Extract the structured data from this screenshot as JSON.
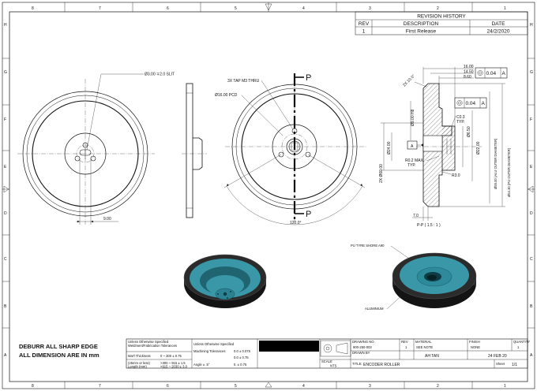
{
  "border": {
    "columns": [
      "8",
      "7",
      "6",
      "5",
      "4",
      "3",
      "2",
      "1"
    ],
    "rows": [
      "H",
      "G",
      "F",
      "E",
      "D",
      "C",
      "B",
      "A"
    ]
  },
  "revision": {
    "title": "REVISION HISTORY",
    "headers": [
      "REV",
      "DESCRIPTION",
      "DATE"
    ],
    "rows": [
      {
        "rev": "1",
        "description": "First Release",
        "date": "24/2/2020"
      }
    ]
  },
  "view_front": {
    "slot_note": "Ø3.00 ∓2.0 SLIT",
    "width_dim": "9.00"
  },
  "view_section_front": {
    "tap_note": "3X TAP M3 THRU",
    "pcd_note": "Ø16.00 PCD",
    "angle_dim": "120.0°",
    "cut_letter": "P"
  },
  "view_section": {
    "label": "P-P ( 1.5 : 1 )",
    "dims": {
      "d16": "16.00",
      "d1450": "14.50",
      "d860": "8.60",
      "chamfer": "2X 10.0°",
      "bore": "Ø9.00 H8",
      "d2x": "2X Ø60.00",
      "d24": "Ø24.00",
      "c03": "C0.3",
      "typ": "TYP.",
      "d650": "Ø6.50",
      "d2200": "Ø22.00",
      "radius": "R0.2 MAX.",
      "typ2": "TYP.",
      "r30": "R3.0",
      "d700": "7.0",
      "outer_alu": "Ø55.00 (ALU OUTER DIAMETER)",
      "outer_pu": "Ø64.30 (PU OUTER DIAMETER)"
    },
    "gdt1": {
      "tol": "0.04",
      "datum": "A"
    },
    "gdt2": {
      "tol": "0.04",
      "datum": "A"
    },
    "datum_label": "A"
  },
  "iso": {
    "tyre_note": "PU TYRE SHORE A90",
    "alu_note": "ALUMINIUM",
    "colors": {
      "teal": "#3a97a8",
      "teal_dark": "#1f6470",
      "body": "#2b2b2b",
      "body_dark": "#141414"
    }
  },
  "notes": {
    "line1": "DEBURR ALL SHARP EDGE",
    "line2": "ALL DIMENSION ARE IN mm"
  },
  "title_block": {
    "tol_header": "Unless Otherwise Specified",
    "tol_sub": "Weldment/Fabrication Tolerances",
    "tol_rows": [
      {
        "a": "Mat'l Thickness",
        "b": "0 ~ 300  ± 0.75"
      },
      {
        "a": "(25mm or less)",
        "b": ">300 ~ 915  ± 1.5"
      },
      {
        "a": "Length (mm)",
        "b": ">915 ~ 2030 ± 3.0"
      }
    ],
    "mach_header": "Unless Otherwise Specified",
    "mach_rows": [
      {
        "a": "Machining Tolerances",
        "b": "0.0 ± 0.075"
      },
      {
        "a": "",
        "b": "0.0 ± 0.75"
      },
      {
        "a": "Angle ± .5°",
        "b": "0. ± 0.75"
      }
    ],
    "scale_label": "SCALE",
    "scale_value": "NTS",
    "drawing_no_label": "DRAWING NO.",
    "drawing_no": "900-250-003",
    "rev_label": "REV",
    "rev_value": "1",
    "material_label": "MATERIAL",
    "material": "SEE NOTE",
    "finish_label": "FINISH",
    "finish": "NONE",
    "qty_label": "QUANTITY",
    "qty": "1",
    "drawn_label": "DRAWN BY",
    "drawn": "AH TAN",
    "date": "24 FEB 20",
    "title_label": "TITLE:",
    "title": "ENCODER ROLLER",
    "sheet_label": "Sheet",
    "sheet": "1/1"
  }
}
